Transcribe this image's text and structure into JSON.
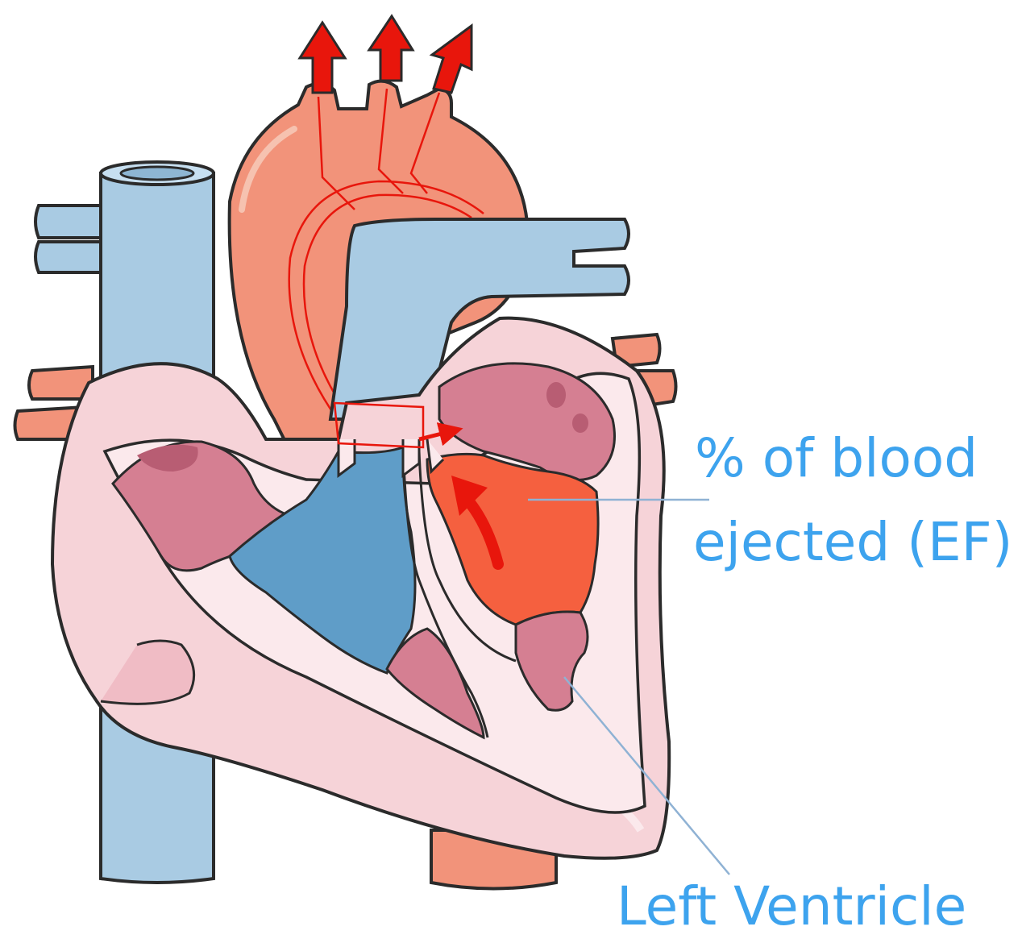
{
  "labels": {
    "ejection_fraction_line1": "% of blood",
    "ejection_fraction_line2": "ejected (EF)",
    "left_ventricle": "Left Ventricle"
  },
  "colors": {
    "vena_cava": "#a9cbe3",
    "vena_cava_dark": "#8eb6d3",
    "aorta": "#f2937a",
    "aorta_light": "#f6aa93",
    "heart_wall": "#f6d3d8",
    "heart_wall_light": "#fbe9ec",
    "valve_tissue": "#d57f92",
    "valve_tissue_dark": "#b85d73",
    "right_chamber": "#5f9dc8",
    "left_chamber": "#f5603f",
    "arrow_red": "#e8160c",
    "label_blue": "#3da3ee",
    "leader_line": "#8fb2d4",
    "outline": "#2b2b2b"
  },
  "icons": [
    "blood-flow-arrow-icon"
  ]
}
